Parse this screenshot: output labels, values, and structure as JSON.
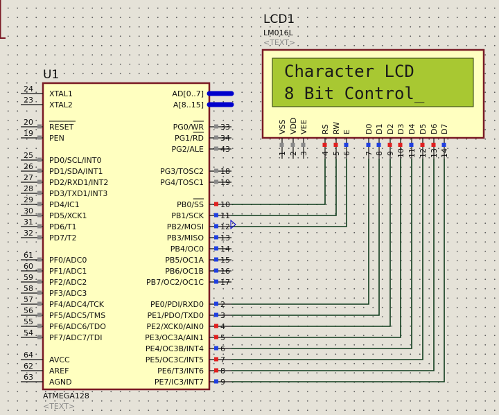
{
  "colors": {
    "body_fill": "#ffffc0",
    "body_stroke": "#7a1a24",
    "wire": "#0d3a1a",
    "bus": "#0000cc",
    "lcd_screen": "#a8c832",
    "pin_red": "#e02020",
    "pin_blue": "#2040e0",
    "pin_grey": "#8a8a8a"
  },
  "mcu": {
    "ref": "U1",
    "part": "ATMEGA128",
    "text_placeholder": "<TEXT>",
    "left_pins": [
      {
        "num": "24",
        "name": "XTAL1",
        "marker": "none"
      },
      {
        "num": "23",
        "name": "XTAL2",
        "marker": "none"
      },
      {
        "num": "20",
        "name": "RESET",
        "marker": "grey",
        "overline": true
      },
      {
        "num": "19",
        "name": "PEN",
        "marker": "grey"
      },
      {
        "num": "25",
        "name": "PD0/SCL/INT0",
        "marker": "grey"
      },
      {
        "num": "26",
        "name": "PD1/SDA/INT1",
        "marker": "grey"
      },
      {
        "num": "27",
        "name": "PD2/RXD1/INT2",
        "marker": "grey"
      },
      {
        "num": "28",
        "name": "PD3/TXD1/INT3",
        "marker": "grey"
      },
      {
        "num": "29",
        "name": "PD4/IC1",
        "marker": "grey"
      },
      {
        "num": "30",
        "name": "PD5/XCK1",
        "marker": "grey"
      },
      {
        "num": "31",
        "name": "PD6/T1",
        "marker": "grey"
      },
      {
        "num": "32",
        "name": "PD7/T2",
        "marker": "grey"
      },
      {
        "num": "61",
        "name": "PF0/ADC0",
        "marker": "grey"
      },
      {
        "num": "60",
        "name": "PF1/ADC1",
        "marker": "grey"
      },
      {
        "num": "59",
        "name": "PF2/ADC2",
        "marker": "grey"
      },
      {
        "num": "58",
        "name": "PF3/ADC3",
        "marker": "grey"
      },
      {
        "num": "57",
        "name": "PF4/ADC4/TCK",
        "marker": "grey"
      },
      {
        "num": "56",
        "name": "PF5/ADC5/TMS",
        "marker": "grey"
      },
      {
        "num": "55",
        "name": "PF6/ADC6/TDO",
        "marker": "grey"
      },
      {
        "num": "54",
        "name": "PF7/ADC7/TDI",
        "marker": "grey"
      },
      {
        "num": "64",
        "name": "AVCC",
        "marker": "none"
      },
      {
        "num": "62",
        "name": "AREF",
        "marker": "none"
      },
      {
        "num": "63",
        "name": "AGND",
        "marker": "none"
      }
    ],
    "right_pins": [
      {
        "num": "",
        "name": "AD[0..7]",
        "marker": "bus"
      },
      {
        "num": "",
        "name": "A[8..15]",
        "marker": "bus"
      },
      {
        "num": "33",
        "name": "PG0/WR",
        "marker": "grey",
        "overline_part": "WR"
      },
      {
        "num": "34",
        "name": "PG1/RD",
        "marker": "grey",
        "overline_part": "RD"
      },
      {
        "num": "43",
        "name": "PG2/ALE",
        "marker": "grey"
      },
      {
        "num": "18",
        "name": "PG3/TOSC2",
        "marker": "grey"
      },
      {
        "num": "19",
        "name": "PG4/TOSC1",
        "marker": "grey"
      },
      {
        "num": "10",
        "name": "PB0/SS",
        "marker": "red",
        "overline_part": "SS"
      },
      {
        "num": "11",
        "name": "PB1/SCK",
        "marker": "blue"
      },
      {
        "num": "12",
        "name": "PB2/MOSI",
        "marker": "blue"
      },
      {
        "num": "13",
        "name": "PB3/MISO",
        "marker": "blue"
      },
      {
        "num": "14",
        "name": "PB4/OC0",
        "marker": "blue"
      },
      {
        "num": "15",
        "name": "PB5/OC1A",
        "marker": "blue"
      },
      {
        "num": "16",
        "name": "PB6/OC1B",
        "marker": "blue"
      },
      {
        "num": "17",
        "name": "PB7/OC2/OC1C",
        "marker": "blue"
      },
      {
        "num": "2",
        "name": "PE0/PDI/RXD0",
        "marker": "blue"
      },
      {
        "num": "3",
        "name": "PE1/PDO/TXD0",
        "marker": "blue"
      },
      {
        "num": "4",
        "name": "PE2/XCK0/AIN0",
        "marker": "red"
      },
      {
        "num": "5",
        "name": "PE3/OC3A/AIN1",
        "marker": "red"
      },
      {
        "num": "6",
        "name": "PE4/OC3B/INT4",
        "marker": "blue"
      },
      {
        "num": "7",
        "name": "PE5/OC3C/INT5",
        "marker": "red"
      },
      {
        "num": "8",
        "name": "PE6/T3/INT6",
        "marker": "red"
      },
      {
        "num": "9",
        "name": "PE7/IC3/INT7",
        "marker": "blue"
      }
    ]
  },
  "lcd": {
    "ref": "LCD1",
    "part": "LM016L",
    "text_placeholder": "<TEXT>",
    "line1": "Character LCD",
    "line2": "8 Bit Control_",
    "pins": [
      {
        "num": "1",
        "name": "VSS",
        "marker": "grey"
      },
      {
        "num": "2",
        "name": "VDD",
        "marker": "grey"
      },
      {
        "num": "3",
        "name": "VEE",
        "marker": "grey"
      },
      {
        "num": "4",
        "name": "RS",
        "marker": "red"
      },
      {
        "num": "5",
        "name": "RW",
        "marker": "red"
      },
      {
        "num": "6",
        "name": "E",
        "marker": "blue"
      },
      {
        "num": "7",
        "name": "D0",
        "marker": "blue"
      },
      {
        "num": "8",
        "name": "D1",
        "marker": "blue"
      },
      {
        "num": "9",
        "name": "D2",
        "marker": "red"
      },
      {
        "num": "10",
        "name": "D3",
        "marker": "red"
      },
      {
        "num": "11",
        "name": "D4",
        "marker": "blue"
      },
      {
        "num": "12",
        "name": "D5",
        "marker": "red"
      },
      {
        "num": "13",
        "name": "D6",
        "marker": "red"
      },
      {
        "num": "14",
        "name": "D7",
        "marker": "blue"
      }
    ]
  },
  "connections": [
    {
      "from": "PB0/SS",
      "to": "RS"
    },
    {
      "from": "PB1/SCK",
      "to": "RW"
    },
    {
      "from": "PB2/MOSI",
      "to": "E"
    },
    {
      "from": "PE0/PDI/RXD0",
      "to": "D0"
    },
    {
      "from": "PE1/PDO/TXD0",
      "to": "D1"
    },
    {
      "from": "PE2/XCK0/AIN0",
      "to": "D2"
    },
    {
      "from": "PE3/OC3A/AIN1",
      "to": "D3"
    },
    {
      "from": "PE4/OC3B/INT4",
      "to": "D4"
    },
    {
      "from": "PE5/OC3C/INT5",
      "to": "D5"
    },
    {
      "from": "PE6/T3/INT6",
      "to": "D6"
    },
    {
      "from": "PE7/IC3/INT7",
      "to": "D7"
    }
  ]
}
